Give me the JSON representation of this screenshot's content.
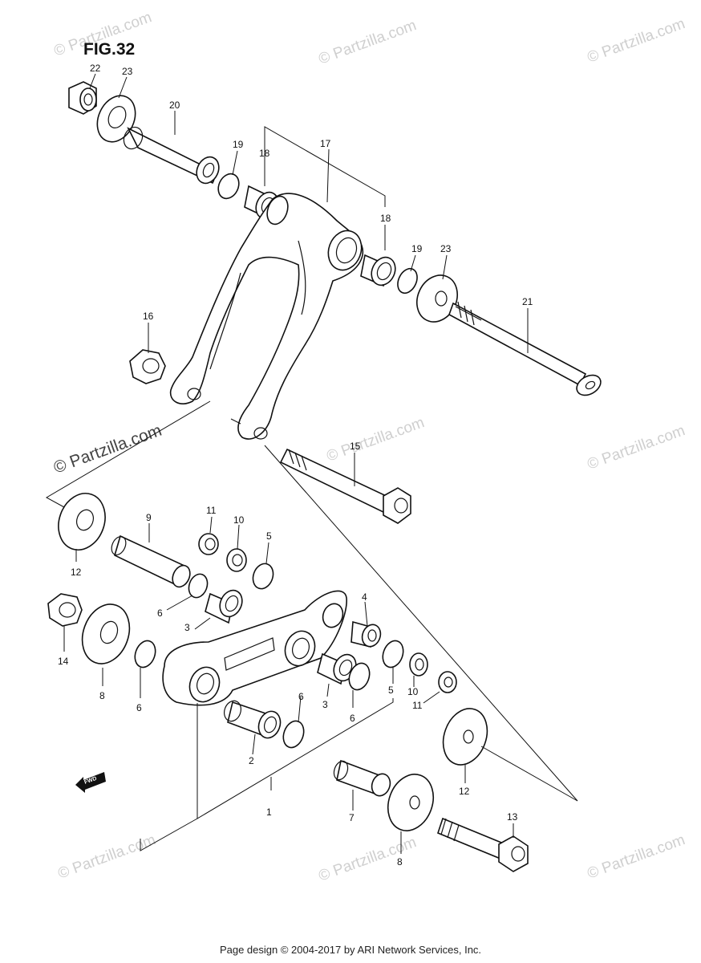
{
  "figure": {
    "title": "FIG.32"
  },
  "watermark": {
    "text": "© Partzilla.com"
  },
  "fwd_label": "FWD",
  "callouts": {
    "c22": "22",
    "c23a": "23",
    "c20": "20",
    "c19a": "19",
    "c18a": "18",
    "c17": "17",
    "c18b": "18",
    "c19b": "19",
    "c23b": "23",
    "c21": "21",
    "c16": "16",
    "c15": "15",
    "c12a": "12",
    "c9": "9",
    "c11a": "11",
    "c10a": "10",
    "c5a": "5",
    "c6a": "6",
    "c3a": "3",
    "c4": "4",
    "c14": "14",
    "c8a": "8",
    "c6b": "6",
    "c3b": "3",
    "c6c": "6",
    "c5b": "5",
    "c10b": "10",
    "c11b": "11",
    "c6d": "6",
    "c2": "2",
    "c12b": "12",
    "c7": "7",
    "c1": "1",
    "c13": "13",
    "c8b": "8"
  },
  "footer": {
    "text": "Page design © 2004-2017 by ARI Network Services, Inc."
  }
}
